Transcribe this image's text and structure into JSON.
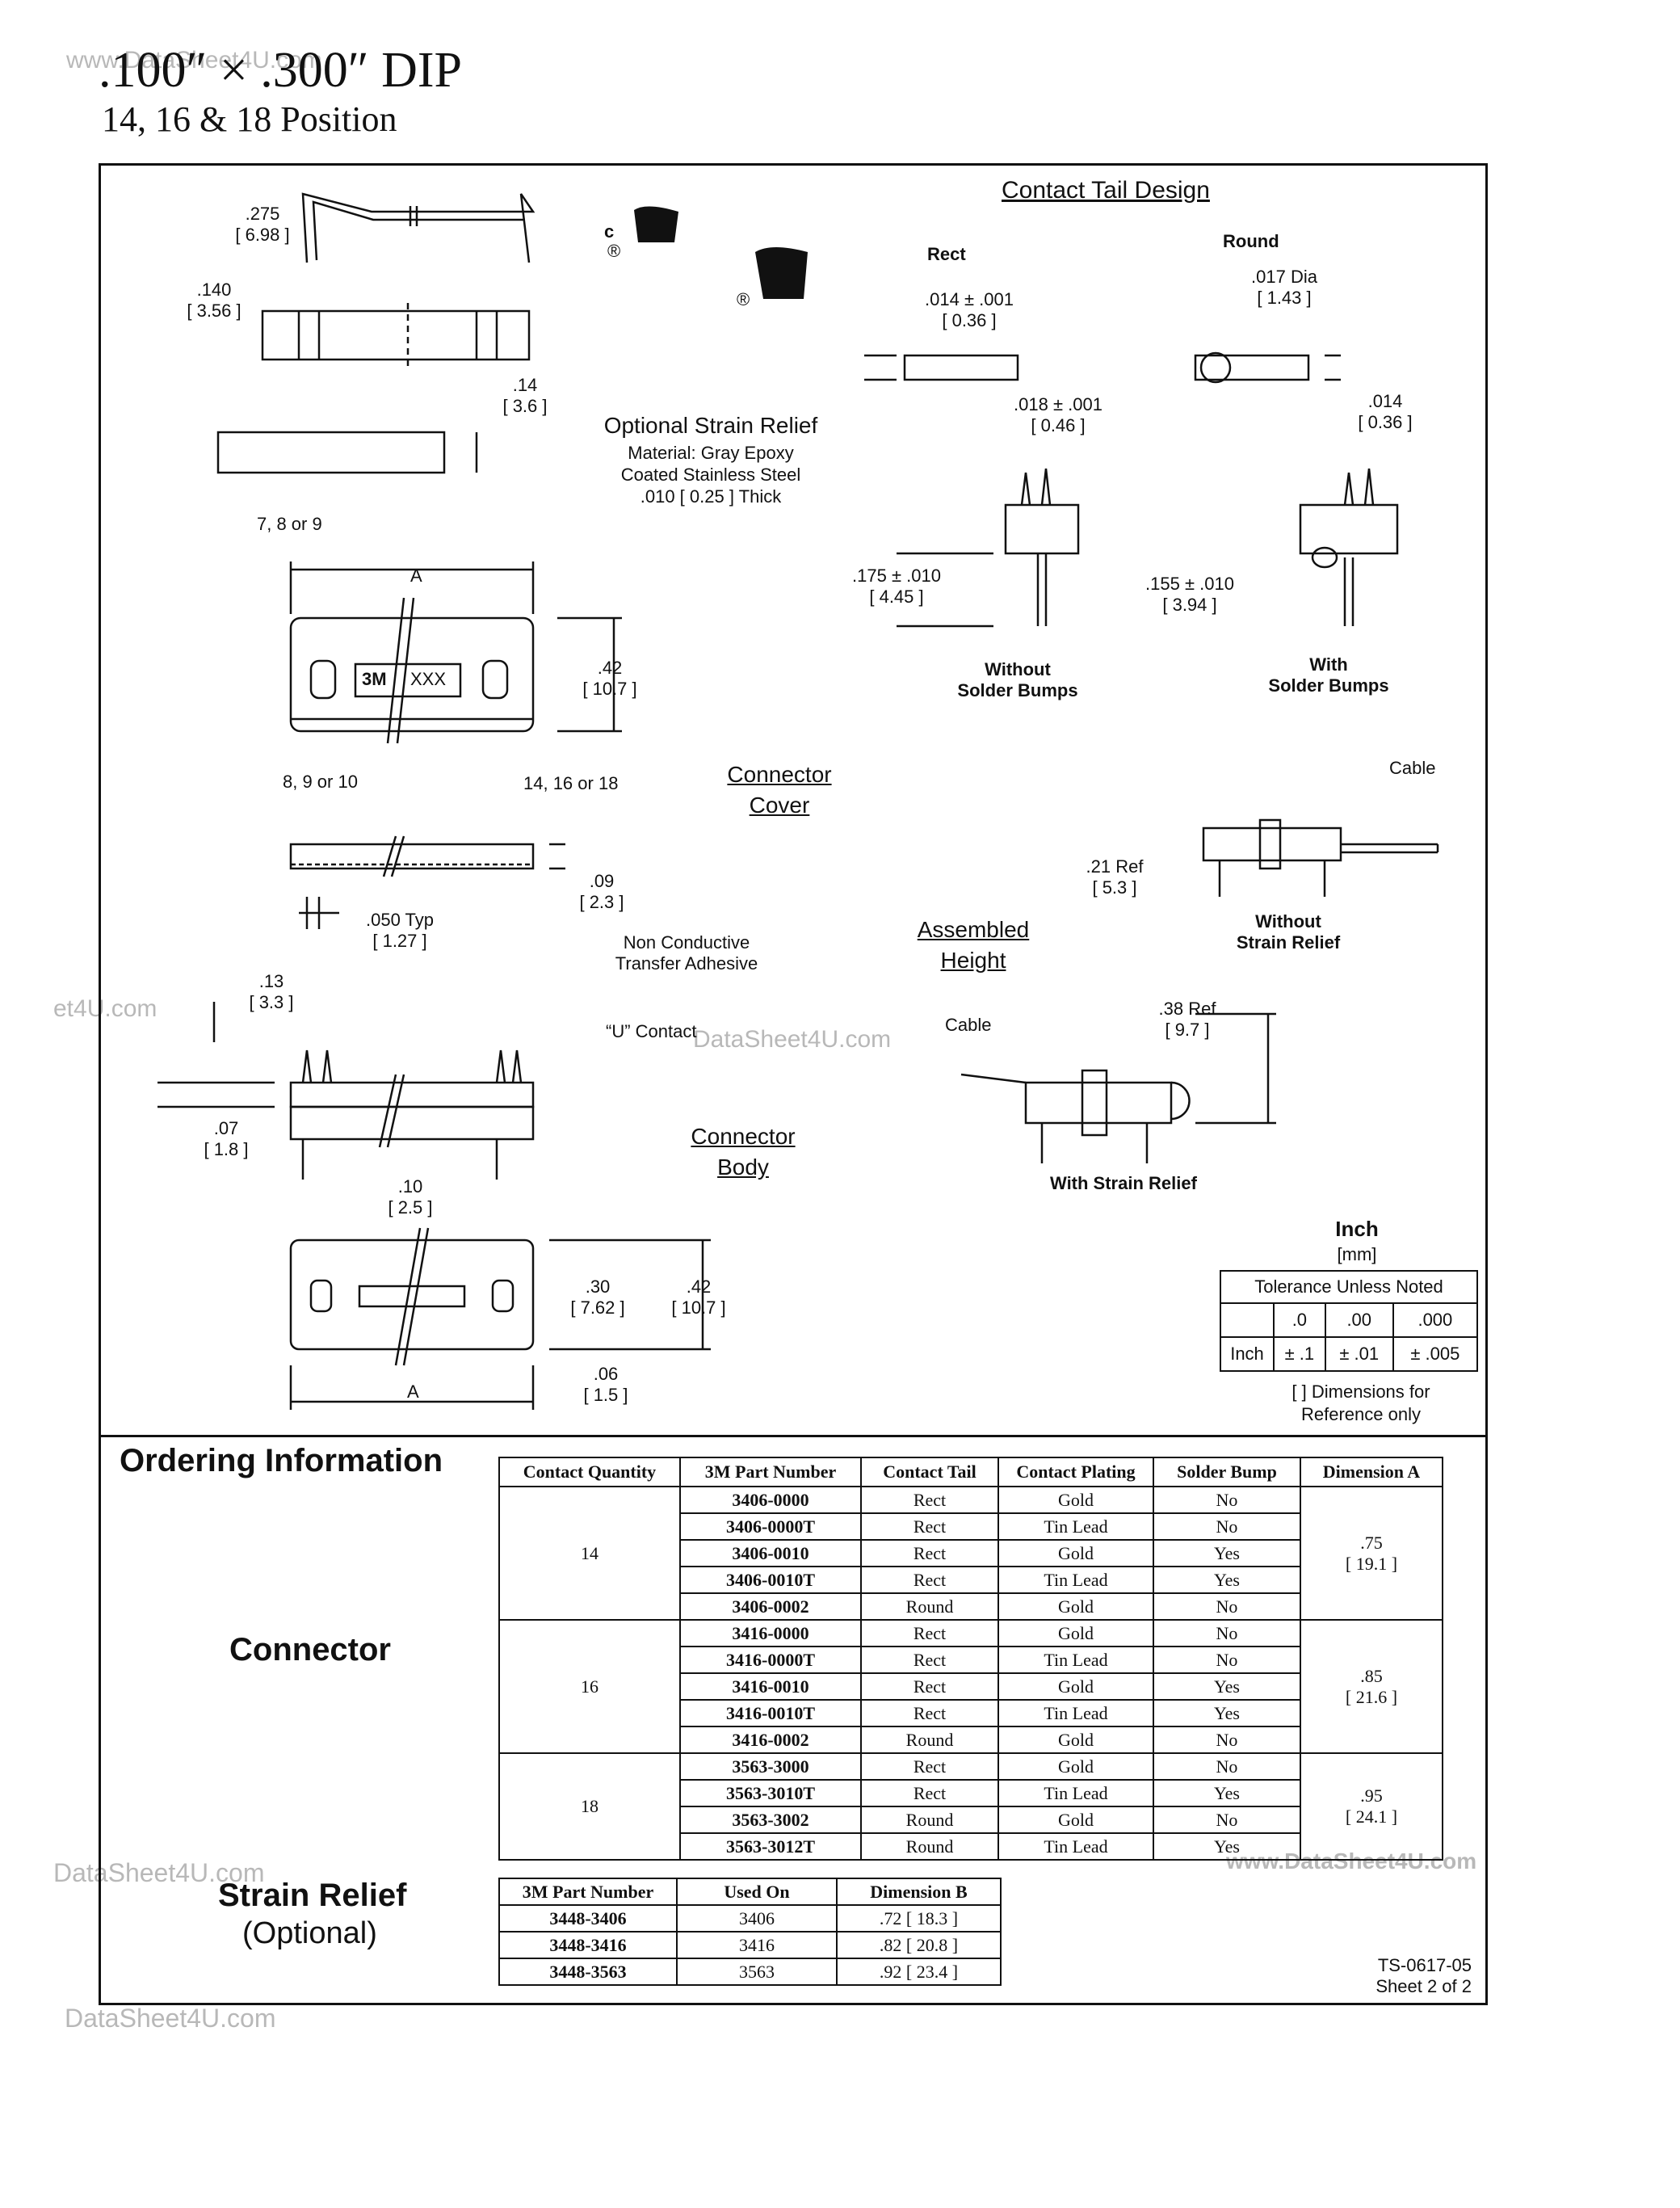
{
  "watermarks": {
    "top_left": "www.DataSheet4U.com",
    "left_mid": "et4U.com",
    "center": "DataSheet4U.com",
    "left_lower": "DataSheet4U.com",
    "right_lower": "www.DataSheet4U.com",
    "bottom_left": "DataSheet4U.com"
  },
  "header": {
    "title": ".100″ × .300″ DIP",
    "subtitle": "14, 16 & 18 Position"
  },
  "drawing": {
    "top_profile": {
      "dim1": ".275",
      "dim1_mm": "[ 6.98 ]"
    },
    "side_profile": {
      "dim1": ".140",
      "dim1_mm": "[ 3.56 ]"
    },
    "strain_bar": {
      "dim1": ".14",
      "dim1_mm": "[ 3.6 ]"
    },
    "optional_strain_relief": {
      "title": "Optional Strain Relief",
      "material": "Material: Gray Epoxy",
      "coating": "Coated Stainless Steel",
      "thickness": ".010 [ 0.25 ] Thick"
    },
    "cover_top": {
      "label_top": "7, 8 or 9",
      "dim_a": "A",
      "logo": "3M",
      "marking": "XXX",
      "dim_h": ".42",
      "dim_h_mm": "[ 10.7 ]",
      "label_bl": "8, 9 or 10",
      "label_br": "14, 16 or 18"
    },
    "connector_cover_label": [
      "Connector",
      "Cover"
    ],
    "cover_side": {
      "dim_t": ".09",
      "dim_t_mm": "[ 2.3 ]",
      "pitch": ".050 Typ",
      "pitch_mm": "[ 1.27 ]",
      "adhesive": [
        "Non Conductive",
        "Transfer Adhesive"
      ]
    },
    "body_side": {
      "dim_h": ".13",
      "dim_h_mm": "[ 3.3 ]",
      "contact": "“U” Contact",
      "dim_b": ".07",
      "dim_b_mm": "[ 1.8 ]"
    },
    "connector_body_label": [
      "Connector",
      "Body"
    ],
    "body_top": {
      "pitch": ".10",
      "pitch_mm": "[ 2.5 ]",
      "row": ".30",
      "row_mm": "[ 7.62 ]",
      "width": ".42",
      "width_mm": "[ 10.7 ]",
      "edge": ".06",
      "edge_mm": "[ 1.5 ]",
      "dim_a": "A"
    },
    "contact_tail": {
      "title": "Contact Tail Design",
      "rect": "Rect",
      "round": "Round",
      "rect_w": ".014 ± .001",
      "rect_w_mm": "[ 0.36 ]",
      "rect_t": ".018 ± .001",
      "rect_t_mm": "[ 0.46 ]",
      "round_dia": ".017 Dia",
      "round_dia_mm": "[ 1.43 ]",
      "round_t": ".014",
      "round_t_mm": "[ 0.36 ]",
      "without_len": ".175 ± .010",
      "without_len_mm": "[ 4.45 ]",
      "with_len": ".155 ± .010",
      "with_len_mm": "[ 3.94 ]",
      "without_label": [
        "Without",
        "Solder Bumps"
      ],
      "with_label": [
        "With",
        "Solder Bumps"
      ]
    },
    "assembled": {
      "title": [
        "Assembled",
        "Height"
      ],
      "cable": "Cable",
      "ref1": ".21 Ref",
      "ref1_mm": "[ 5.3 ]",
      "without_label": [
        "Without",
        "Strain Relief"
      ],
      "ref2": ".38 Ref",
      "ref2_mm": "[ 9.7 ]",
      "with_label": "With Strain Relief"
    },
    "ul_marks": {
      "c": "c",
      "r": "®"
    }
  },
  "tolerance": {
    "units": "Inch",
    "units_mm": "[mm]",
    "title": "Tolerance Unless Noted",
    "cols": [
      ".0",
      ".00",
      ".000"
    ],
    "row_label": "Inch",
    "values": [
      "± .1",
      "± .01",
      "± .005"
    ],
    "note1": "[ ] Dimensions for",
    "note2": "Reference only"
  },
  "ordering": {
    "heading": "Ordering Information",
    "connector_label": "Connector",
    "strain_label": "Strain Relief",
    "strain_sub": "(Optional)",
    "table_headers": [
      "Contact Quantity",
      "3M Part Number",
      "Contact Tail",
      "Contact Plating",
      "Solder Bump",
      "Dimension A"
    ],
    "groups": [
      {
        "qty": "14",
        "dim": ".75",
        "dim_mm": "[ 19.1 ]",
        "rows": [
          [
            "3406-0000",
            "Rect",
            "Gold",
            "No"
          ],
          [
            "3406-0000T",
            "Rect",
            "Tin Lead",
            "No"
          ],
          [
            "3406-0010",
            "Rect",
            "Gold",
            "Yes"
          ],
          [
            "3406-0010T",
            "Rect",
            "Tin Lead",
            "Yes"
          ],
          [
            "3406-0002",
            "Round",
            "Gold",
            "No"
          ]
        ]
      },
      {
        "qty": "16",
        "dim": ".85",
        "dim_mm": "[ 21.6 ]",
        "rows": [
          [
            "3416-0000",
            "Rect",
            "Gold",
            "No"
          ],
          [
            "3416-0000T",
            "Rect",
            "Tin Lead",
            "No"
          ],
          [
            "3416-0010",
            "Rect",
            "Gold",
            "Yes"
          ],
          [
            "3416-0010T",
            "Rect",
            "Tin Lead",
            "Yes"
          ],
          [
            "3416-0002",
            "Round",
            "Gold",
            "No"
          ]
        ]
      },
      {
        "qty": "18",
        "dim": ".95",
        "dim_mm": "[ 24.1 ]",
        "rows": [
          [
            "3563-3000",
            "Rect",
            "Gold",
            "No"
          ],
          [
            "3563-3010T",
            "Rect",
            "Tin Lead",
            "Yes"
          ],
          [
            "3563-3002",
            "Round",
            "Gold",
            "No"
          ],
          [
            "3563-3012T",
            "Round",
            "Tin Lead",
            "Yes"
          ]
        ]
      }
    ],
    "strain_headers": [
      "3M Part Number",
      "Used On",
      "Dimension B"
    ],
    "strain_rows": [
      [
        "3448-3406",
        "3406",
        ".72 [ 18.3 ]"
      ],
      [
        "3448-3416",
        "3416",
        ".82 [ 20.8 ]"
      ],
      [
        "3448-3563",
        "3563",
        ".92 [ 23.4 ]"
      ]
    ]
  },
  "footer": {
    "doc": "TS-0617-05",
    "sheet": "Sheet 2 of 2"
  }
}
